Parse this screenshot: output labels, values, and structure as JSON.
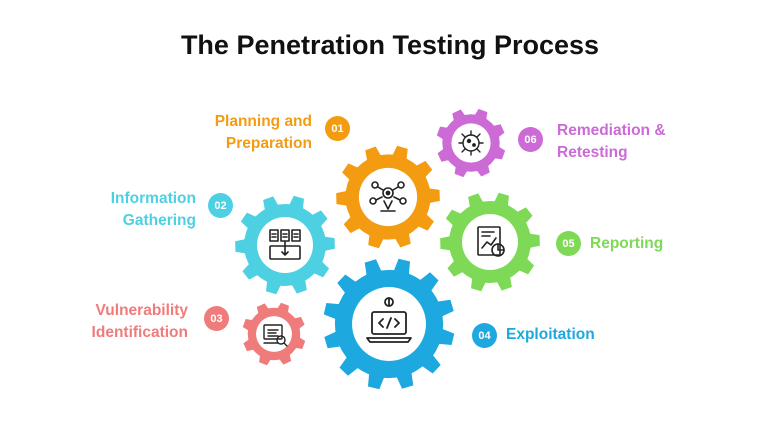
{
  "title": "The Penetration Testing Process",
  "steps": [
    {
      "number": "01",
      "lines": [
        "Planning and",
        "Preparation"
      ],
      "color": "#f39c12",
      "icon": "strategy-icon"
    },
    {
      "number": "02",
      "lines": [
        "Information",
        "Gathering"
      ],
      "color": "#4dd0e1",
      "icon": "document-files-icon"
    },
    {
      "number": "03",
      "lines": [
        "Vulnerability",
        "Identification"
      ],
      "color": "#ef7b7b",
      "icon": "vulnerability-scan-icon"
    },
    {
      "number": "04",
      "lines": [
        "Exploitation"
      ],
      "color": "#1ea8e0",
      "icon": "laptop-code-icon"
    },
    {
      "number": "05",
      "lines": [
        "Reporting"
      ],
      "color": "#7ed957",
      "icon": "report-chart-icon"
    },
    {
      "number": "06",
      "lines": [
        "Remediation &",
        "Retesting"
      ],
      "color": "#cc6ad6",
      "icon": "virus-remediation-icon"
    }
  ]
}
